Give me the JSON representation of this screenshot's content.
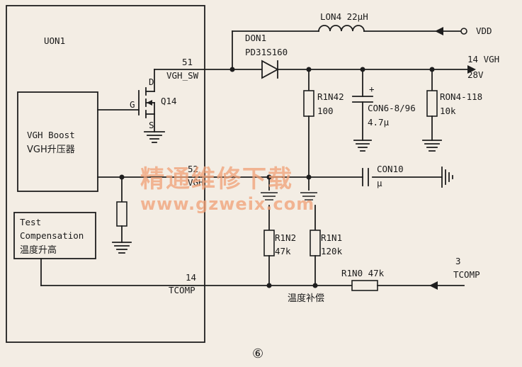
{
  "ic": {
    "name": "UON1"
  },
  "pins": {
    "p51_num": "51",
    "p51_name": "VGH_SW",
    "p52_num": "52",
    "p52_name": "VGH",
    "p14_num": "14",
    "p14_name": "TCOMP"
  },
  "blocks": {
    "boost_line1": "VGH Boost",
    "boost_line2": "VGH升压器",
    "test_line1": "Test",
    "test_line2": "Compensation",
    "test_line3": "温度升高"
  },
  "transistor": {
    "name": "Q14",
    "gate": "G",
    "drain": "D",
    "source": "S"
  },
  "components": {
    "inductor": "LON4 22μH",
    "diode_ref": "DON1",
    "diode_part": "PD31S160",
    "r_n42_ref": "R1N42",
    "r_n42_val": "100",
    "cap_ref": "CON6-8/96",
    "cap_val": "4.7μ",
    "cap_polarity": "+",
    "r_on4_ref": "RON4-118",
    "r_on4_val": "10k",
    "c_on10_ref": "CON10",
    "c_on10_val": "μ",
    "r_n2_ref": "R1N2",
    "r_n2_val": "47k",
    "r_n1_ref": "R1N1",
    "r_n1_val": "120k",
    "r_n0": "R1N0 47k"
  },
  "nets": {
    "vdd": "VDD",
    "vgh_out_line1": "14 VGH",
    "vgh_out_line2": "28V",
    "tcomp_num": "3",
    "tcomp_name": "TCOMP",
    "temp_comp": "温度补偿"
  },
  "watermark": {
    "line1": "精通维修下载",
    "line2": "www.gzweix.com"
  },
  "figure_number": "⑥"
}
